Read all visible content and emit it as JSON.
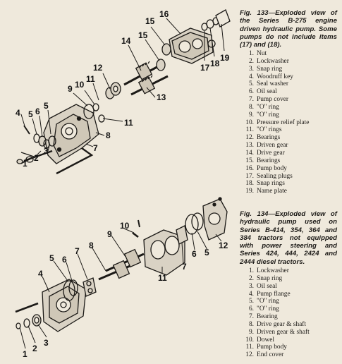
{
  "fig133": {
    "caption": "Fig. 133—Exploded view of the Series B-275 engine driven hydraulic pump. Some pumps do not include items (17) and (18).",
    "parts": [
      {
        "num": "1.",
        "name": "Nut"
      },
      {
        "num": "2.",
        "name": "Lockwasher"
      },
      {
        "num": "3.",
        "name": "Snap ring"
      },
      {
        "num": "4.",
        "name": "Woodruff key"
      },
      {
        "num": "5.",
        "name": "Seal washer"
      },
      {
        "num": "6.",
        "name": "Oil seal"
      },
      {
        "num": "7.",
        "name": "Pump cover"
      },
      {
        "num": "8.",
        "name": "\"O\" ring"
      },
      {
        "num": "9.",
        "name": "\"O\" ring"
      },
      {
        "num": "10.",
        "name": "Pressure relief plate"
      },
      {
        "num": "11.",
        "name": "\"O\" rings"
      },
      {
        "num": "12.",
        "name": "Bearings"
      },
      {
        "num": "13.",
        "name": "Driven gear"
      },
      {
        "num": "14.",
        "name": "Drive gear"
      },
      {
        "num": "15.",
        "name": "Bearings"
      },
      {
        "num": "16.",
        "name": "Pump body"
      },
      {
        "num": "17.",
        "name": "Sealing plugs"
      },
      {
        "num": "18.",
        "name": "Snap rings"
      },
      {
        "num": "19.",
        "name": "Name plate"
      }
    ],
    "callouts": [
      "1",
      "2",
      "3",
      "4",
      "5",
      "6",
      "5",
      "7",
      "8",
      "9",
      "10",
      "11",
      "11",
      "12",
      "13",
      "14",
      "15",
      "15",
      "16",
      "17",
      "18",
      "19"
    ]
  },
  "fig134": {
    "caption": "Fig. 134—Exploded view of hydraulic pump used on Series B-414, 354, 364 and 384 tractors not equipped with power steering and Series 424, 444, 2424 and 2444 diesel tractors.",
    "parts": [
      {
        "num": "1.",
        "name": "Lockwasher"
      },
      {
        "num": "2.",
        "name": "Snap ring"
      },
      {
        "num": "3.",
        "name": "Oil seal"
      },
      {
        "num": "4.",
        "name": "Pump flange"
      },
      {
        "num": "5.",
        "name": "\"O\" ring"
      },
      {
        "num": "6.",
        "name": "\"O\" ring"
      },
      {
        "num": "7.",
        "name": "Bearing"
      },
      {
        "num": "8.",
        "name": "Drive gear & shaft"
      },
      {
        "num": "9.",
        "name": "Driven gear & shaft"
      },
      {
        "num": "10.",
        "name": "Dowel"
      },
      {
        "num": "11.",
        "name": "Pump body"
      },
      {
        "num": "12.",
        "name": "End cover"
      }
    ],
    "callouts": [
      "1",
      "2",
      "3",
      "4",
      "5",
      "6",
      "7",
      "8",
      "9",
      "10",
      "7",
      "11",
      "6",
      "5",
      "12"
    ]
  },
  "colors": {
    "paper": "#efe9dc",
    "ink": "#1c1a17"
  }
}
